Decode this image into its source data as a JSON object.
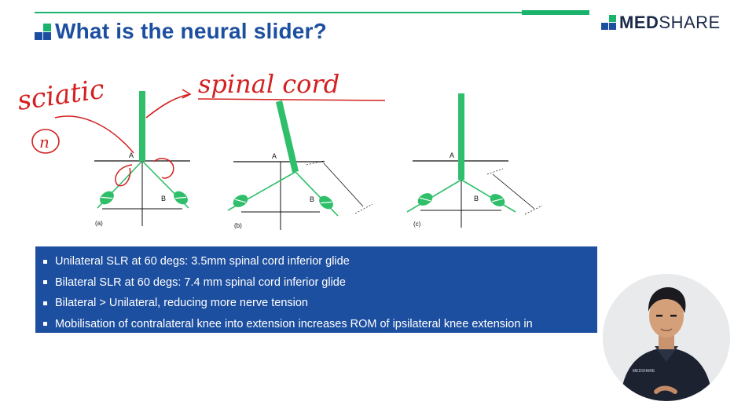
{
  "slide": {
    "title": "What is the neural slider?"
  },
  "logo": {
    "bold_text": "MED",
    "light_text": "SHARE"
  },
  "figure": {
    "labels": {
      "a_point": "A",
      "b_point": "B",
      "panel_a": "(a)",
      "panel_b": "(b)",
      "panel_c": "(c)"
    },
    "handwriting": {
      "sciatic": "sciatic",
      "spinal_cord": "spinal cord",
      "circled_note": "n"
    }
  },
  "bullets": [
    "Unilateral SLR at 60 degs: 3.5mm spinal cord inferior glide",
    "Bilateral SLR at 60 degs: 7.4 mm  spinal cord inferior glide",
    "Bilateral > Unilateral, reducing more nerve tension",
    "Mobilisation of contralateral knee into extension increases ROM of ipsilateral knee extension in"
  ],
  "colors": {
    "brand_blue": "#1d4fa0",
    "brand_green": "#19b36b",
    "figure_green": "#2fbf6a",
    "ink_red": "#d42020",
    "logo_dark": "#1b2a4a"
  },
  "presenter": {
    "shirt_badge": "MEDSHARE"
  }
}
